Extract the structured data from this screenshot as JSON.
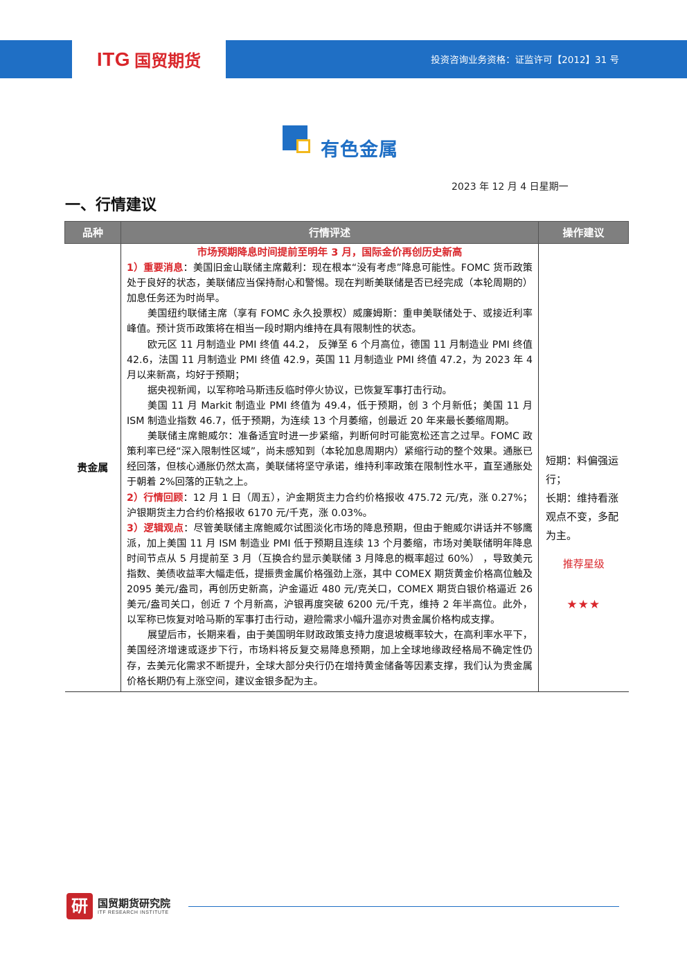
{
  "header": {
    "logo_itg": "ITG",
    "logo_cn": "国贸期货",
    "license": "投资咨询业务资格：证监许可【2012】31 号"
  },
  "section_title": "有色金属",
  "date": "2023 年 12 月 4 日星期一",
  "heading": "一、行情建议",
  "table": {
    "headers": [
      "品种",
      "行情评述",
      "操作建议"
    ],
    "variety": "贵金属",
    "headline": "市场预期降息时间提前至明年 3 月，国际金价再创历史新高",
    "p1_label": "1）重要消息",
    "p1_text": "：美国旧金山联储主席戴利：现在根本“没有考虑”降息可能性。FOMC 货币政策处于良好的状态，美联储应当保持耐心和警惕。现在判断美联储是否已经完成（本轮周期的）加息任务还为时尚早。",
    "p2": "美国纽约联储主席（享有 FOMC 永久投票权）威廉姆斯：重申美联储处于、或接近利率峰值。预计货币政策将在相当一段时期内维持在具有限制性的状态。",
    "p3": "欧元区 11 月制造业 PMI 终值 44.2， 反弹至 6 个月高位，德国 11 月制造业 PMI 终值 42.6，法国 11 月制造业 PMI 终值 42.9，英国 11 月制造业 PMI 终值 47.2，为 2023 年 4 月以来新高，均好于预期；",
    "p4": "据央视新闻，以军称哈马斯违反临时停火协议，已恢复军事打击行动。",
    "p5": "美国 11 月 Markit 制造业 PMI 终值为 49.4，低于预期，创 3 个月新低；美国 11 月 ISM 制造业指数 46.7，低于预期，为连续 13 个月萎缩，创最近 20 年来最长萎缩周期。",
    "p6": "美联储主席鲍威尔：准备适宜时进一步紧缩，判断何时可能宽松还言之过早。FOMC 政策利率已经“深入限制性区域”，尚未感知到（本轮加息周期内）紧缩行动的整个效果。通胀已经回落，但核心通胀仍然太高，美联储将坚守承诺，维持利率政策在限制性水平，直至通胀处于朝着 2%回落的正轨之上。",
    "p7_label": "2）行情回顾",
    "p7_text": "：12 月 1 日（周五），沪金期货主力合约价格报收 475.72 元/克，涨 0.27%；沪银期货主力合约价格报收 6170 元/千克，涨 0.03%。",
    "p8_label": "3）逻辑观点",
    "p8_text": "：尽管美联储主席鲍威尔试图淡化市场的降息预期，但由于鲍威尔讲话并不够鹰派，加上美国 11 月 ISM 制造业 PMI 低于预期且连续 13 个月萎缩，市场对美联储明年降息时间节点从 5 月提前至 3 月（互换合约显示美联储 3 月降息的概率超过 60%） ，导致美元指数、美债收益率大幅走低，提振贵金属价格强劲上涨，其中 COMEX 期货黄金价格高位触及 2095 美元/盎司，再创历史新高，沪金逼近 480 元/克关口，COMEX 期货白银价格逼近 26 美元/盎司关口，创近 7 个月新高，沪银再度突破 6200 元/千克，维持 2 年半高位。此外，以军称已恢复对哈马斯的军事打击行动，避险需求小幅升温亦对贵金属价格构成支撑。",
    "p9": "展望后市，长期来看，由于美国明年财政政策支持力度退坡概率较大，在高利率水平下，美国经济增速或逐步下行，市场料将反复交易降息预期，加上全球地缘政经格局不确定性仍存，去美元化需求不断提升，全球大部分央行仍在增持黄金储备等因素支撑，我们认为贵金属价格长期仍有上涨空间，建议金银多配为主。",
    "advice_short": "短期：料偏强运行；",
    "advice_long": "长期：维持看涨观点不变，多配为主。",
    "recommend_label": "推荐星级",
    "stars": "★★★"
  },
  "footer": {
    "seal_char": "研",
    "institute_cn": "国贸期货研究院",
    "institute_en": "ITF RESEARCH INSTITUTE"
  },
  "colors": {
    "brand_blue": "#1f6fc5",
    "accent_red": "#d9262b",
    "accent_yellow": "#f2b81c",
    "header_gray": "#7f7f7f"
  }
}
